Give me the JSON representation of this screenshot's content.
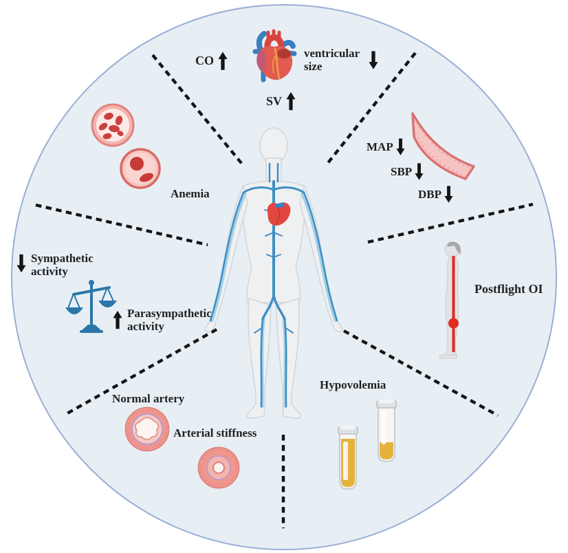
{
  "figure": {
    "type": "circular-medical-diagram",
    "center_illustration": "human body with venous system and heart"
  },
  "labels": {
    "cardiac_output": {
      "text": "CO",
      "trend": "up"
    },
    "ventricular_size": {
      "text": "ventricular size",
      "trend": "down"
    },
    "stroke_volume": {
      "text": "SV",
      "trend": "up"
    },
    "map": {
      "text": "MAP",
      "trend": "down"
    },
    "sbp": {
      "text": "SBP",
      "trend": "down"
    },
    "dbp": {
      "text": "DBP",
      "trend": "down"
    },
    "postflight_oi": {
      "text": "Postflight OI"
    },
    "hypovolemia": {
      "text": "Hypovolemia"
    },
    "normal_artery": {
      "text": "Normal artery"
    },
    "arterial_stiffness": {
      "text": "Arterial stiffness"
    },
    "anemia": {
      "text": "Anemia"
    },
    "sympathetic": {
      "text": "Sympathetic activity",
      "trend": "down"
    },
    "parasympathetic": {
      "text": "Parasympathetic activity",
      "trend": "up"
    }
  },
  "icons": {
    "heart": "anatomical heart",
    "vessel_arc": "blood vessel segment",
    "blood_cells": "vessel cross-sections with red blood cells",
    "balance_scale": "balance scale",
    "artery_normal": "normal artery cross-section",
    "artery_stiff": "stiff artery cross-section",
    "test_tubes": "two tubes with yellow fluid",
    "standing_person": "standing person with blood pooling line",
    "human_body": "human body with veins and heart"
  },
  "colors": {
    "circle_fill": "#e7eff5",
    "circle_border": "#9baed6",
    "dash_line": "#141414",
    "text": "#1f1f1f",
    "vein_blue": "#3e8ec5",
    "heart_red": "#e14b43",
    "vessel_pink": "#f6c3c3",
    "artery_salmon": "#ef968f",
    "scale_blue": "#2c76aa",
    "tube_yellow": "#e5b23c",
    "pooling_red": "#df2b20",
    "rbc_red": "#cb403d"
  }
}
